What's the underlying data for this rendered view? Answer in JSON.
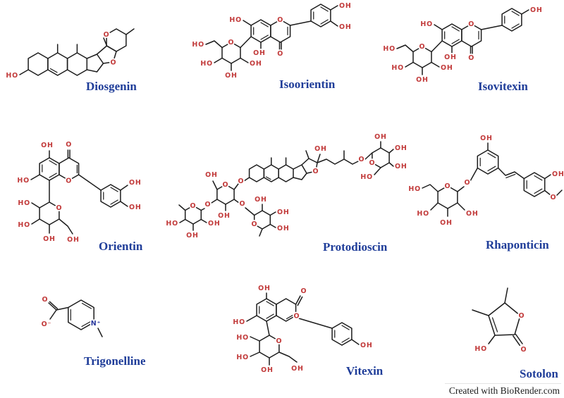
{
  "figure": {
    "credit": "Created with BioRender.com",
    "description": "Chemical structures of nine phytochemical compounds"
  },
  "colors": {
    "label_blue": "#1f3d99",
    "atom_red": "#c23b3b",
    "atom_nitrogen_blue": "#2b3a9e",
    "bond_black": "#1c1c1c",
    "background": "#ffffff"
  },
  "atoms": {
    "OH": "OH",
    "HO": "HO",
    "O": "O",
    "O_minus": "O⁻",
    "N_plus": "N⁺"
  },
  "molecules": [
    {
      "name": "Diosgenin"
    },
    {
      "name": "Isoorientin"
    },
    {
      "name": "Isovitexin"
    },
    {
      "name": "Orientin"
    },
    {
      "name": "Protodioscin"
    },
    {
      "name": "Rhaponticin"
    },
    {
      "name": "Trigonelline"
    },
    {
      "name": "Vitexin"
    },
    {
      "name": "Sotolon"
    }
  ]
}
